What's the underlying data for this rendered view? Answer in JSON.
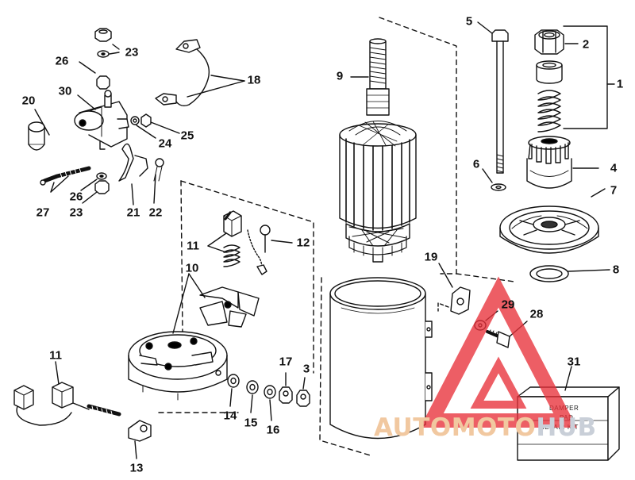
{
  "diagram": {
    "callouts": [
      {
        "id": "c1",
        "text": "1"
      },
      {
        "id": "c2",
        "text": "2"
      },
      {
        "id": "c3",
        "text": "3"
      },
      {
        "id": "c4",
        "text": "4"
      },
      {
        "id": "c5",
        "text": "5"
      },
      {
        "id": "c6",
        "text": "6"
      },
      {
        "id": "c7",
        "text": "7"
      },
      {
        "id": "c8",
        "text": "8"
      },
      {
        "id": "c9",
        "text": "9"
      },
      {
        "id": "c10",
        "text": "10"
      },
      {
        "id": "c11a",
        "text": "11"
      },
      {
        "id": "c11b",
        "text": "11"
      },
      {
        "id": "c12",
        "text": "12"
      },
      {
        "id": "c13",
        "text": "13"
      },
      {
        "id": "c14",
        "text": "14"
      },
      {
        "id": "c15",
        "text": "15"
      },
      {
        "id": "c16",
        "text": "16"
      },
      {
        "id": "c17",
        "text": "17"
      },
      {
        "id": "c18",
        "text": "18"
      },
      {
        "id": "c19",
        "text": "19"
      },
      {
        "id": "c20",
        "text": "20"
      },
      {
        "id": "c21",
        "text": "21"
      },
      {
        "id": "c22",
        "text": "22"
      },
      {
        "id": "c23a",
        "text": "23"
      },
      {
        "id": "c23b",
        "text": "23"
      },
      {
        "id": "c24",
        "text": "24"
      },
      {
        "id": "c25",
        "text": "25"
      },
      {
        "id": "c26a",
        "text": "26"
      },
      {
        "id": "c26b",
        "text": "26"
      },
      {
        "id": "c27",
        "text": "27"
      },
      {
        "id": "c28",
        "text": "28"
      },
      {
        "id": "c29",
        "text": "29"
      },
      {
        "id": "c30",
        "text": "30"
      },
      {
        "id": "c31",
        "text": "31"
      }
    ],
    "kit_box": {
      "line1": "DAMPER",
      "line2": "PAD",
      "line3": "REPAIR KIT"
    },
    "watermark": {
      "part1": "AUTOMOTO",
      "part2": "HUB",
      "color_primary": "#e8313a",
      "color_secondary": "#f0b47a"
    }
  }
}
